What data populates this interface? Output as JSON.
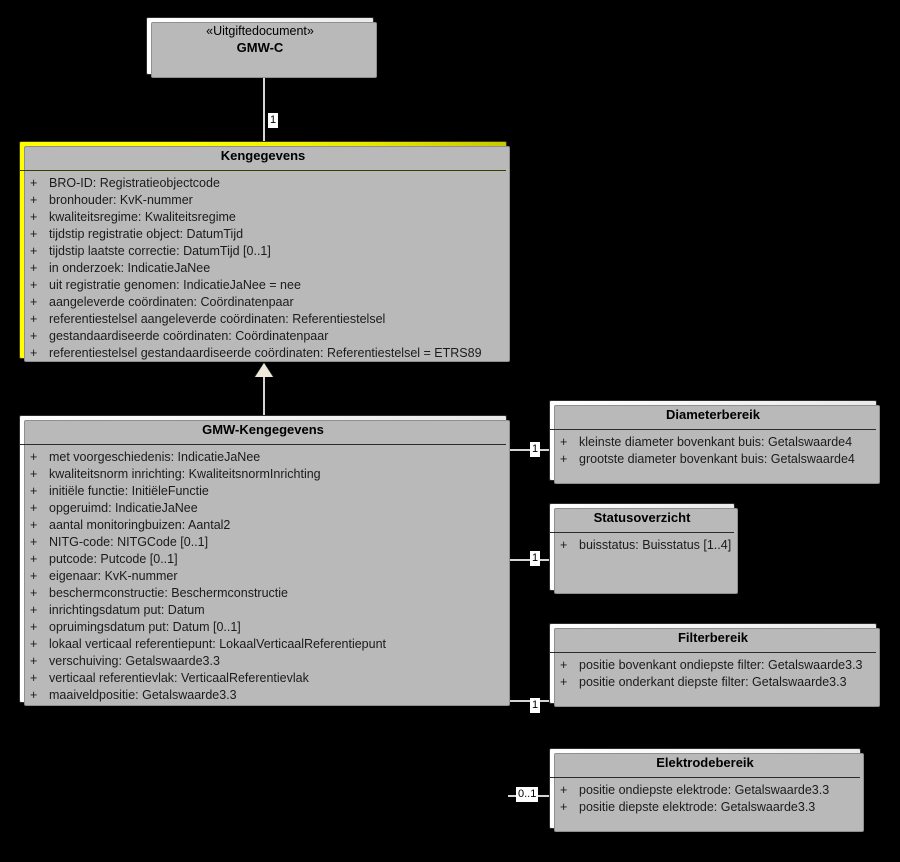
{
  "diagram": {
    "title": "GMW-C UML class diagram",
    "background_color": "#000000",
    "highlight_color": "#ffff00"
  },
  "classes": {
    "gmw_c": {
      "stereotype": "«Uitgiftedocument»",
      "name": "GMW-C",
      "attributes": []
    },
    "kengegevens": {
      "name": "Kengegevens",
      "highlight": "#ffff00",
      "attributes": [
        {
          "visibility": "+",
          "text": "BRO-ID: Registratieobjectcode"
        },
        {
          "visibility": "+",
          "text": "bronhouder: KvK-nummer"
        },
        {
          "visibility": "+",
          "text": "kwaliteitsregime: Kwaliteitsregime"
        },
        {
          "visibility": "+",
          "text": "tijdstip registratie object: DatumTijd"
        },
        {
          "visibility": "+",
          "text": "tijdstip laatste correctie: DatumTijd [0..1]"
        },
        {
          "visibility": "+",
          "text": "in onderzoek: IndicatieJaNee"
        },
        {
          "visibility": "+",
          "text": "uit registratie genomen: IndicatieJaNee = nee"
        },
        {
          "visibility": "+",
          "text": "aangeleverde coördinaten: Coördinatenpaar"
        },
        {
          "visibility": "+",
          "text": "referentiestelsel aangeleverde coördinaten: Referentiestelsel"
        },
        {
          "visibility": "+",
          "text": "gestandaardiseerde coördinaten: Coördinatenpaar"
        },
        {
          "visibility": "+",
          "text": "referentiestelsel gestandaardiseerde coördinaten: Referentiestelsel = ETRS89"
        }
      ]
    },
    "gmw_kengegevens": {
      "name": "GMW-Kengegevens",
      "attributes": [
        {
          "visibility": "+",
          "text": "met voorgeschiedenis: IndicatieJaNee"
        },
        {
          "visibility": "+",
          "text": "kwaliteitsnorm inrichting: KwaliteitsnormInrichting"
        },
        {
          "visibility": "+",
          "text": "initiële functie: InitiëleFunctie"
        },
        {
          "visibility": "+",
          "text": "opgeruimd: IndicatieJaNee"
        },
        {
          "visibility": "+",
          "text": "aantal monitoringbuizen: Aantal2"
        },
        {
          "visibility": "+",
          "text": "NITG-code: NITGCode [0..1]"
        },
        {
          "visibility": "+",
          "text": "putcode: Putcode [0..1]"
        },
        {
          "visibility": "+",
          "text": "eigenaar: KvK-nummer"
        },
        {
          "visibility": "+",
          "text": "beschermconstructie: Beschermconstructie"
        },
        {
          "visibility": "+",
          "text": "inrichtingsdatum put: Datum"
        },
        {
          "visibility": "+",
          "text": "opruimingsdatum put: Datum [0..1]"
        },
        {
          "visibility": "+",
          "text": "lokaal verticaal referentiepunt: LokaalVerticaalReferentiepunt"
        },
        {
          "visibility": "+",
          "text": "verschuiving: Getalswaarde3.3"
        },
        {
          "visibility": "+",
          "text": "verticaal referentievlak: VerticaalReferentievlak"
        },
        {
          "visibility": "+",
          "text": "maaiveldpositie: Getalswaarde3.3"
        }
      ]
    },
    "diameterbereik": {
      "name": "Diameterbereik",
      "attributes": [
        {
          "visibility": "+",
          "text": "kleinste diameter bovenkant buis: Getalswaarde4"
        },
        {
          "visibility": "+",
          "text": "grootste diameter bovenkant buis: Getalswaarde4"
        }
      ]
    },
    "statusoverzicht": {
      "name": "Statusoverzicht",
      "attributes": [
        {
          "visibility": "+",
          "text": "buisstatus: Buisstatus [1..4]"
        }
      ]
    },
    "filterbereik": {
      "name": "Filterbereik",
      "attributes": [
        {
          "visibility": "+",
          "text": "positie bovenkant ondiepste filter: Getalswaarde3.3"
        },
        {
          "visibility": "+",
          "text": "positie onderkant diepste filter: Getalswaarde3.3"
        }
      ]
    },
    "elektrodebereik": {
      "name": "Elektrodebereik",
      "attributes": [
        {
          "visibility": "+",
          "text": "positie ondiepste elektrode: Getalswaarde3.3"
        },
        {
          "visibility": "+",
          "text": "positie diepste elektrode: Getalswaarde3.3"
        }
      ]
    }
  },
  "connectors": {
    "gmwc_to_kengegevens": {
      "multiplicity": "1",
      "kind": "composition"
    },
    "kengegevens_generalization": {
      "multiplicity": "",
      "kind": "generalization"
    },
    "to_diameterbereik": {
      "multiplicity": "1",
      "kind": "association"
    },
    "to_statusoverzicht": {
      "multiplicity": "1",
      "kind": "association"
    },
    "to_filterbereik": {
      "multiplicity": "1",
      "kind": "association"
    },
    "to_elektrodebereik": {
      "multiplicity": "0..1",
      "kind": "association"
    }
  }
}
